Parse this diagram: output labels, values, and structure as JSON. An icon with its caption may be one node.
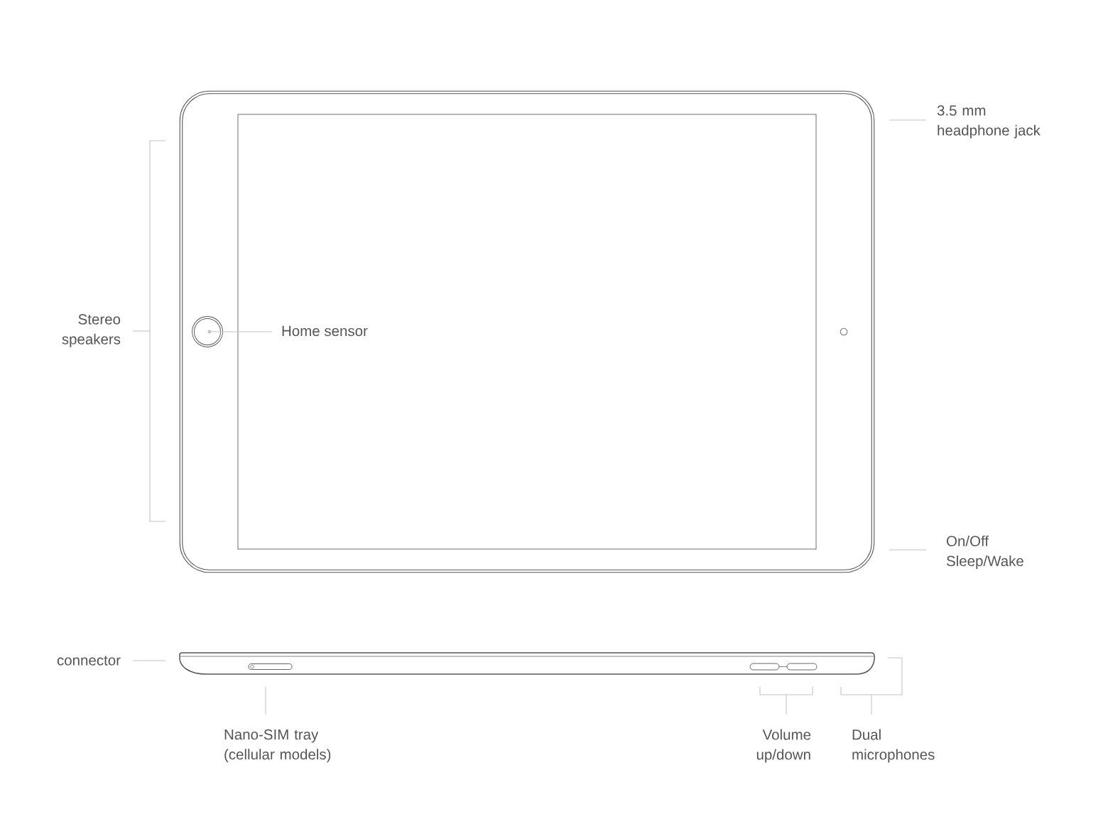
{
  "diagram": {
    "nodes": [
      {
        "text": [],
        "shape": "box"
      },
      {
        "text": [
          "3.5 mm headphone jack"
        ]
      },
      {
        "text": [
          "Stereo speakers"
        ]
      },
      {
        "text": [],
        "shape": "bracket"
      },
      {
        "text": [],
        "shape": "circle",
        "in": 0
      },
      {
        "text": [],
        "shape": "circle",
        "in": 4
      },
      {
        "text": [
          "Home sensor"
        ],
        "in": 0
      },
      {
        "text": [
          "On/Off Sleep/Wake"
        ]
      },
      {
        "text": [
          "connector"
        ]
      },
      {
        "text": [],
        "shape": "bar"
      },
      {
        "text": [
          "Nano-SIM tray (cellular models)"
        ]
      },
      {
        "text": [],
        "shape": "bracket"
      },
      {
        "text": [],
        "shape": "bracket"
      },
      {
        "text": [
          "Volume up/down"
        ]
      },
      {
        "text": [
          "Dual microphones"
        ]
      }
    ],
    "edges": [
      {
        "from": 1,
        "to": null,
        "arrow": "none"
      },
      {
        "from": 2,
        "to": 3,
        "arrow": "none"
      },
      {
        "from": 6,
        "to": 5,
        "arrow": "none"
      },
      {
        "from": 7,
        "to": null,
        "arrow": "none"
      },
      {
        "from": 8,
        "to": null,
        "arrow": "none"
      },
      {
        "from": 10,
        "to": 9,
        "arrow": "none"
      },
      {
        "from": 13,
        "to": 11,
        "arrow": "none"
      },
      {
        "from": 14,
        "to": 12,
        "arrow": "none"
      }
    ]
  }
}
